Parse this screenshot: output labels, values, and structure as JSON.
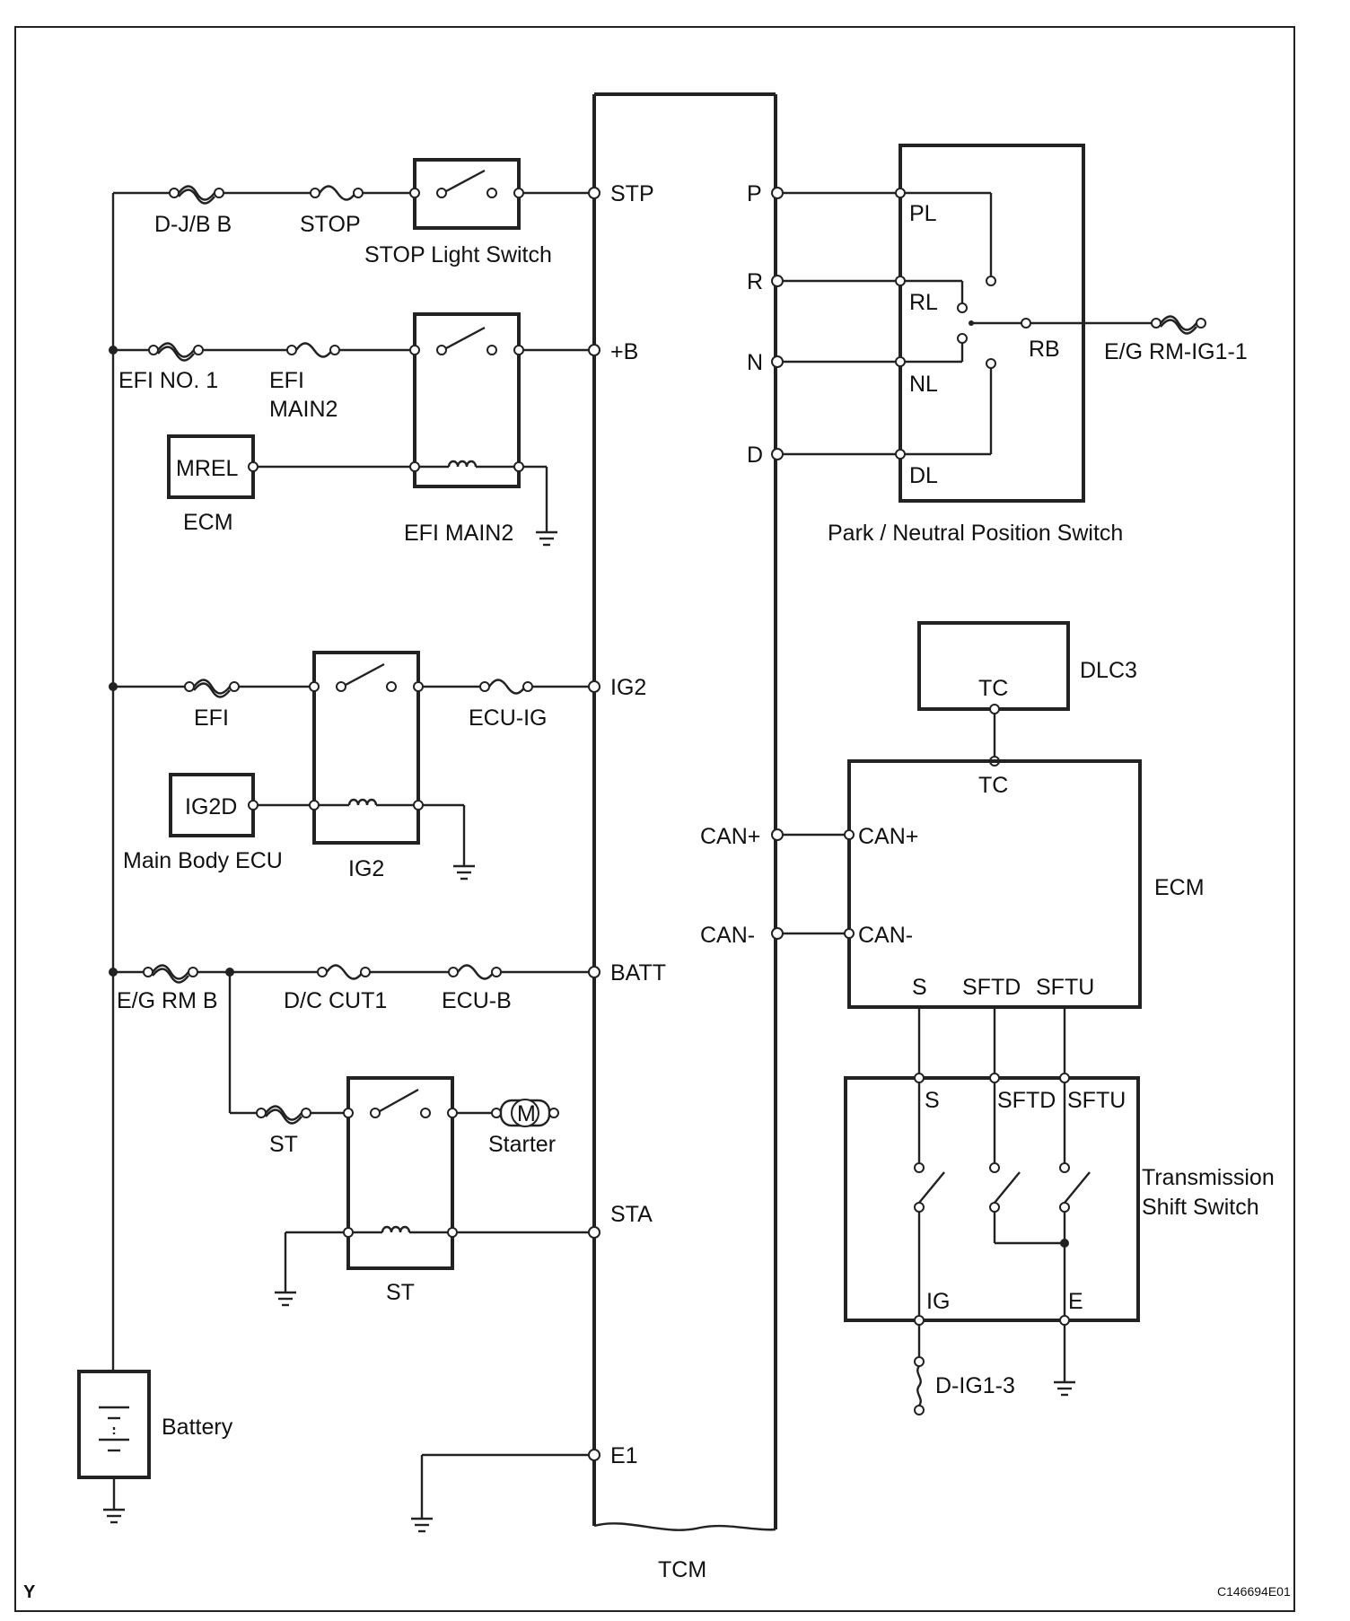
{
  "colors": {
    "ink": "#222222",
    "background": "#ffffff"
  },
  "tcm": {
    "title": "TCM",
    "pins": {
      "stp": "STP",
      "b": "+B",
      "ig2": "IG2",
      "batt": "BATT",
      "sta": "STA",
      "e1": "E1",
      "p": "P",
      "r": "R",
      "n": "N",
      "d": "D",
      "can_plus": "CAN+",
      "can_minus": "CAN-"
    }
  },
  "fuses": {
    "djb": "D-J/B B",
    "stop": "STOP",
    "efi_no1": "EFI NO. 1",
    "efi_main2_line1": "EFI",
    "efi_main2_line2": "MAIN2",
    "efi": "EFI",
    "ecu_ig": "ECU-IG",
    "eg_rm_b": "E/G RM B",
    "dc_cut1": "D/C CUT1",
    "ecu_b": "ECU-B",
    "st": "ST",
    "eg_rm_ig1": "E/G RM-IG1-1",
    "d_ig1_3": "D-IG1-3"
  },
  "components": {
    "stop_light_switch": "STOP Light Switch",
    "mrel": "MREL",
    "ecm_small": "ECM",
    "efi_main2_relay": "EFI MAIN2",
    "ig2d": "IG2D",
    "main_body_ecu": "Main Body ECU",
    "ig2_relay": "IG2",
    "starter_symbol": "M",
    "starter": "Starter",
    "st_relay": "ST",
    "battery": "Battery",
    "pnp_switch": "Park / Neutral Position Switch",
    "pnp_pins": {
      "pl": "PL",
      "rl": "RL",
      "nl": "NL",
      "dl": "DL",
      "rb": "RB"
    },
    "dlc3": "DLC3",
    "dlc3_tc": "TC",
    "ecm": "ECM",
    "ecm_pins": {
      "tc": "TC",
      "can_plus": "CAN+",
      "can_minus": "CAN-",
      "s": "S",
      "sftd": "SFTD",
      "sftu": "SFTU"
    },
    "tss": {
      "line1": "Transmission",
      "line2": "Shift Switch",
      "pins": {
        "s": "S",
        "sftd": "SFTD",
        "sftu": "SFTU",
        "ig": "IG",
        "e": "E"
      }
    }
  },
  "footer": {
    "corner_mark": "Y",
    "figure_code": "C146694E01"
  }
}
